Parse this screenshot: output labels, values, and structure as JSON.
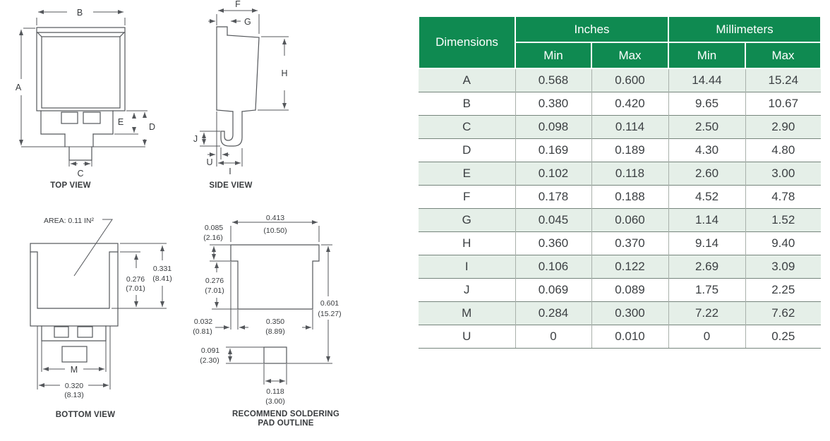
{
  "colors": {
    "header_green": "#0f8a51",
    "row_tint": "#e5efe8",
    "line": "#54575b"
  },
  "views": {
    "top": {
      "caption": "TOP VIEW",
      "label_a": "A",
      "label_b": "B",
      "label_c": "C",
      "label_d": "D",
      "label_e": "E"
    },
    "side": {
      "caption": "SIDE VIEW",
      "label_f": "F",
      "label_g": "G",
      "label_h": "H",
      "label_i": "I",
      "label_j": "J",
      "label_u": "U"
    },
    "bottom": {
      "caption": "BOTTOM VIEW",
      "area_label": "AREA:  0.11 IN²",
      "dim_276": "0.276",
      "dim_276_mm": "(7.01)",
      "dim_331": "0.331",
      "dim_331_mm": "(8.41)",
      "label_m": "M",
      "dim_320": "0.320",
      "dim_320_mm": "(8.13)"
    },
    "pad": {
      "caption1": "RECOMMEND SOLDERING",
      "caption2": "PAD OUTLINE",
      "dim_413": "0.413",
      "dim_413_mm": "(10.50)",
      "dim_085": "0.085",
      "dim_085_mm": "(2.16)",
      "dim_276": "0.276",
      "dim_276_mm": "(7.01)",
      "dim_032": "0.032",
      "dim_032_mm": "(0.81)",
      "dim_350": "0.350",
      "dim_350_mm": "(8.89)",
      "dim_601": "0.601",
      "dim_601_mm": "(15.27)",
      "dim_091": "0.091",
      "dim_091_mm": "(2.30)",
      "dim_118": "0.118",
      "dim_118_mm": "(3.00)"
    }
  },
  "table": {
    "col_dimensions": "Dimensions",
    "group_inches": "Inches",
    "group_mm": "Millimeters",
    "min": "Min",
    "max": "Max",
    "rows": [
      {
        "dim": "A",
        "in_min": "0.568",
        "in_max": "0.600",
        "mm_min": "14.44",
        "mm_max": "15.24"
      },
      {
        "dim": "B",
        "in_min": "0.380",
        "in_max": "0.420",
        "mm_min": "9.65",
        "mm_max": "10.67"
      },
      {
        "dim": "C",
        "in_min": "0.098",
        "in_max": "0.114",
        "mm_min": "2.50",
        "mm_max": "2.90"
      },
      {
        "dim": "D",
        "in_min": "0.169",
        "in_max": "0.189",
        "mm_min": "4.30",
        "mm_max": "4.80"
      },
      {
        "dim": "E",
        "in_min": "0.102",
        "in_max": "0.118",
        "mm_min": "2.60",
        "mm_max": "3.00"
      },
      {
        "dim": "F",
        "in_min": "0.178",
        "in_max": "0.188",
        "mm_min": "4.52",
        "mm_max": "4.78"
      },
      {
        "dim": "G",
        "in_min": "0.045",
        "in_max": "0.060",
        "mm_min": "1.14",
        "mm_max": "1.52"
      },
      {
        "dim": "H",
        "in_min": "0.360",
        "in_max": "0.370",
        "mm_min": "9.14",
        "mm_max": "9.40"
      },
      {
        "dim": "I",
        "in_min": "0.106",
        "in_max": "0.122",
        "mm_min": "2.69",
        "mm_max": "3.09"
      },
      {
        "dim": "J",
        "in_min": "0.069",
        "in_max": "0.089",
        "mm_min": "1.75",
        "mm_max": "2.25"
      },
      {
        "dim": "M",
        "in_min": "0.284",
        "in_max": "0.300",
        "mm_min": "7.22",
        "mm_max": "7.62"
      },
      {
        "dim": "U",
        "in_min": "0",
        "in_max": "0.010",
        "mm_min": "0",
        "mm_max": "0.25"
      }
    ]
  }
}
